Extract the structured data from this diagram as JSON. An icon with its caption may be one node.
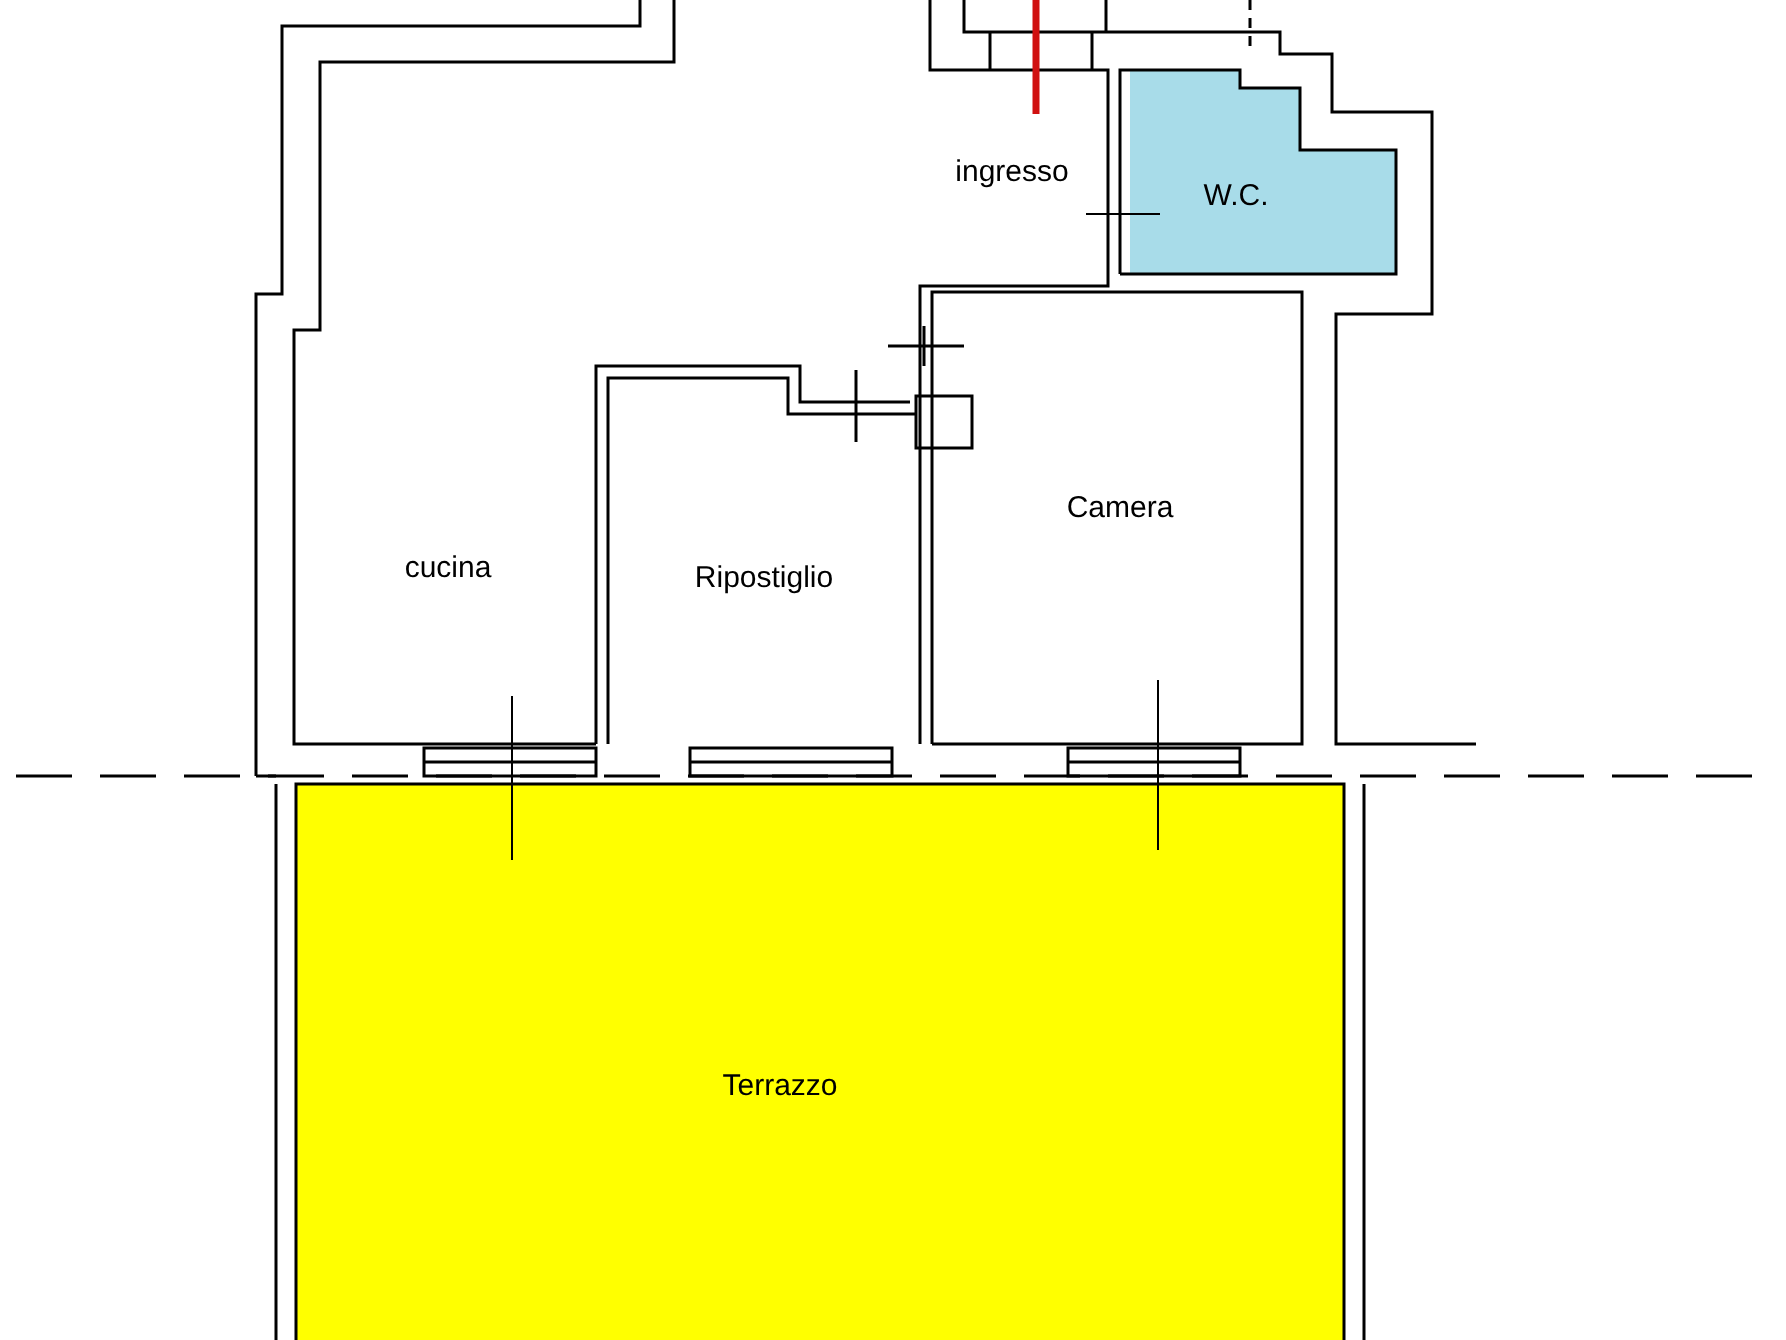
{
  "diagram": {
    "labels": [
      "ingresso",
      "W.C.",
      "Camera",
      "cucina",
      "Ripostiglio",
      "Terrazzo"
    ]
  }
}
